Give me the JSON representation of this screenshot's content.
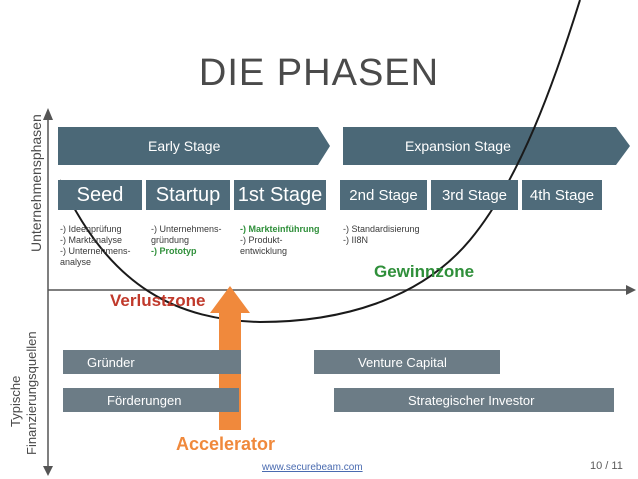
{
  "title": "DIE PHASEN",
  "axis_labels": {
    "y_top": "Unternehmensphasen",
    "y_bottom_line1": "Typische",
    "y_bottom_line2": "Finanzierungsquellen"
  },
  "banners": {
    "early": "Early Stage",
    "expansion": "Expansion Stage"
  },
  "stages": [
    "Seed",
    "Startup",
    "1st Stage",
    "2nd Stage",
    "3rd Stage",
    "4th Stage"
  ],
  "notes": {
    "seed": [
      "-) Ideenprüfung",
      "-) Marktanalyse",
      "-) Unternehmens-",
      "analyse"
    ],
    "startup": [
      "-) Unternehmens-",
      "gründung",
      "-) Prototyp"
    ],
    "first": [
      "-) Markteinführung",
      "-) Produkt-",
      "entwicklung"
    ],
    "second": [
      "-) Standardisierung",
      "-) II8N"
    ]
  },
  "zones": {
    "gain": "Gewinnzone",
    "loss": "Verlustzone"
  },
  "sources": {
    "founder": "Gründer",
    "funding": "Förderungen",
    "vc": "Venture Capital",
    "strategic": "Strategischer Investor"
  },
  "accelerator": "Accelerator",
  "footer": {
    "url": "www.securebeam.com",
    "page": "10 / 11"
  },
  "colors": {
    "banner": "#4b6877",
    "stage": "#4f6b7a",
    "source": "#6c7c86",
    "gain": "#2f8f3a",
    "loss": "#c0392b",
    "accelerator": "#f0893c"
  }
}
